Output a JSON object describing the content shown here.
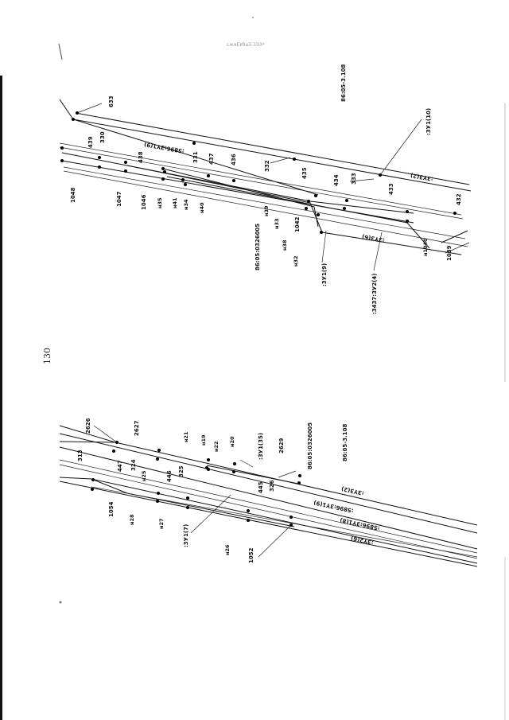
{
  "page_number": "130",
  "scan_header": "сжяЕУбаЗ:ЗЭЗ*",
  "upper_map": {
    "cadastral_quarter": "86:05-3.108",
    "parcel_id": "86:05:0326005",
    "zone_labels": [
      ":3У1(10)",
      ":3У1(9)",
      ":3437:3У2(4)",
      ":3Y3(2)",
      ":3Y3(6)",
      ":5896:3Y1(9)"
    ],
    "point_labels": [
      "633",
      "330",
      "439",
      "438",
      "331",
      "437",
      "436",
      "332",
      "435",
      "434",
      "333",
      "433",
      "432",
      "1048",
      "1047",
      "1046",
      "н35",
      "н41",
      "н34",
      "н40",
      "н39",
      "н33",
      "н38",
      "н32",
      "1042",
      "н1040",
      "1039"
    ]
  },
  "lower_map": {
    "cadastral_quarter": "86:05-3.108",
    "parcel_id": "86:05:0326005",
    "zone_labels": [
      ":3У1(35)",
      ":3У1(7)",
      ":3Y3(2)",
      ":5896:3Y1(9)",
      ":5896:3Y1(8)",
      ":3Y2(6)"
    ],
    "point_labels": [
      "2626",
      "2627",
      "313",
      "447",
      "324",
      "н25",
      "н21",
      "н19",
      "н22",
      "н20",
      "2629",
      "446",
      "325",
      "445",
      "326",
      "1054",
      "н28",
      "н27",
      "н26",
      "1052"
    ]
  }
}
